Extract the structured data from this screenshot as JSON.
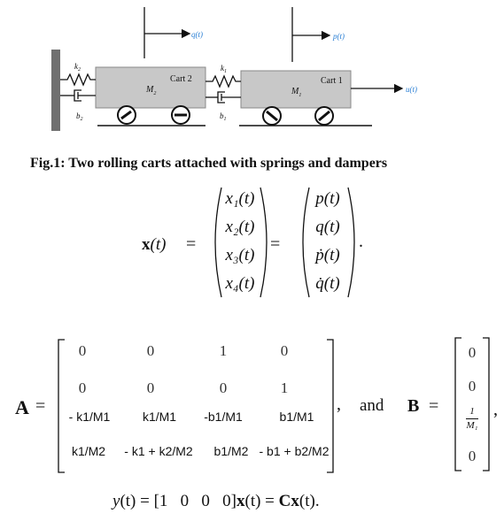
{
  "diagram": {
    "cart1_label": "Cart 1",
    "cart2_label": "Cart 2",
    "mass1": "M",
    "mass1_sub": "1",
    "mass2": "M",
    "mass2_sub": "2",
    "spring1": "k",
    "spring1_sub": "1",
    "spring2": "k",
    "spring2_sub": "2",
    "damper1": "b",
    "damper1_sub": "1",
    "damper2": "b",
    "damper2_sub": "2",
    "q_label": "q(t)",
    "p_label": "p(t)",
    "u_label": "u(t)",
    "label_color": "#2a7fd4",
    "body_color": "#c8c8c8",
    "wall_color": "#707070"
  },
  "caption": "Fig.1: Two rolling carts attached with springs and dampers",
  "state_vector": {
    "lhs_bold": "x",
    "lhs_rest": "(t)",
    "eq": "=",
    "x_entries": [
      "x₁(t)",
      "x₂(t)",
      "x₃(t)",
      "x₄(t)"
    ],
    "p_entries": [
      "p(t)",
      "q(t)",
      "ṗ(t)",
      "q̇(t)"
    ],
    "end": "."
  },
  "matrix_A": {
    "label": "A",
    "eq": "=",
    "rows": [
      [
        "0",
        "0",
        "1",
        "0"
      ],
      [
        "0",
        "0",
        "0",
        "1"
      ],
      [
        "- k1/M1",
        "k1/M1",
        "-b1/M1",
        "b1/M1"
      ],
      [
        "k1/M2",
        "- k1 + k2/M2",
        "b1/M2",
        "- b1 + b2/M2"
      ]
    ]
  },
  "and_text": "and",
  "comma": ",",
  "matrix_B": {
    "label": "B",
    "eq": "=",
    "entries": [
      "0",
      "0",
      "1",
      "M₁",
      "0"
    ]
  },
  "output_eq": {
    "y": "y",
    "y_arg": "(t) = [1   0   0   0]",
    "x": "x",
    "x_arg": "(t) = ",
    "C": "Cx",
    "C_arg": "(t)."
  }
}
